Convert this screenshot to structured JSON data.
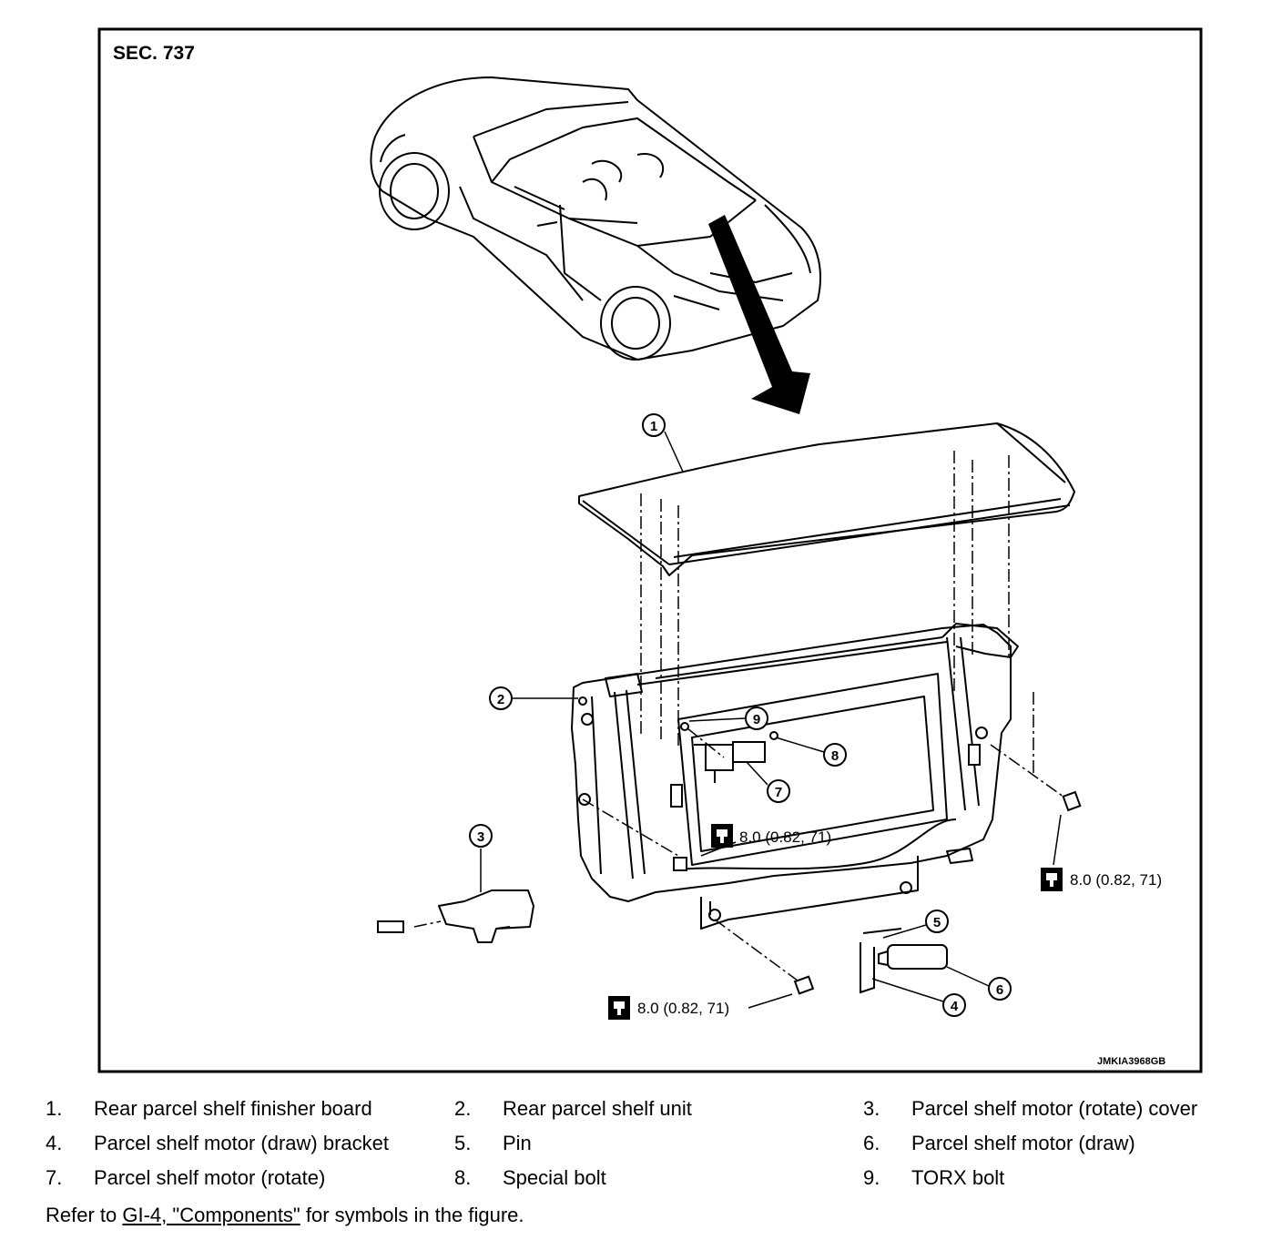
{
  "figure": {
    "section": "SEC. 737",
    "code": "JMKIA3968GB",
    "callouts": [
      "1",
      "2",
      "3",
      "4",
      "5",
      "6",
      "7",
      "8",
      "9"
    ],
    "torques": [
      "8.0 (0.82, 71)",
      "8.0 (0.82, 71)",
      "8.0 (0.82, 71)"
    ]
  },
  "legend": [
    {
      "num": "1.",
      "label": "Rear parcel shelf finisher board"
    },
    {
      "num": "2.",
      "label": "Rear parcel shelf unit"
    },
    {
      "num": "3.",
      "label": "Parcel shelf motor (rotate) cover"
    },
    {
      "num": "4.",
      "label": "Parcel shelf motor (draw) bracket"
    },
    {
      "num": "5.",
      "label": "Pin"
    },
    {
      "num": "6.",
      "label": "Parcel shelf motor (draw)"
    },
    {
      "num": "7.",
      "label": "Parcel shelf motor (rotate)"
    },
    {
      "num": "8.",
      "label": "Special bolt"
    },
    {
      "num": "9.",
      "label": "TORX bolt"
    }
  ],
  "footnote": {
    "prefix": "Refer to ",
    "link": "GI-4, \"Components\"",
    "suffix": " for symbols in the figure."
  }
}
